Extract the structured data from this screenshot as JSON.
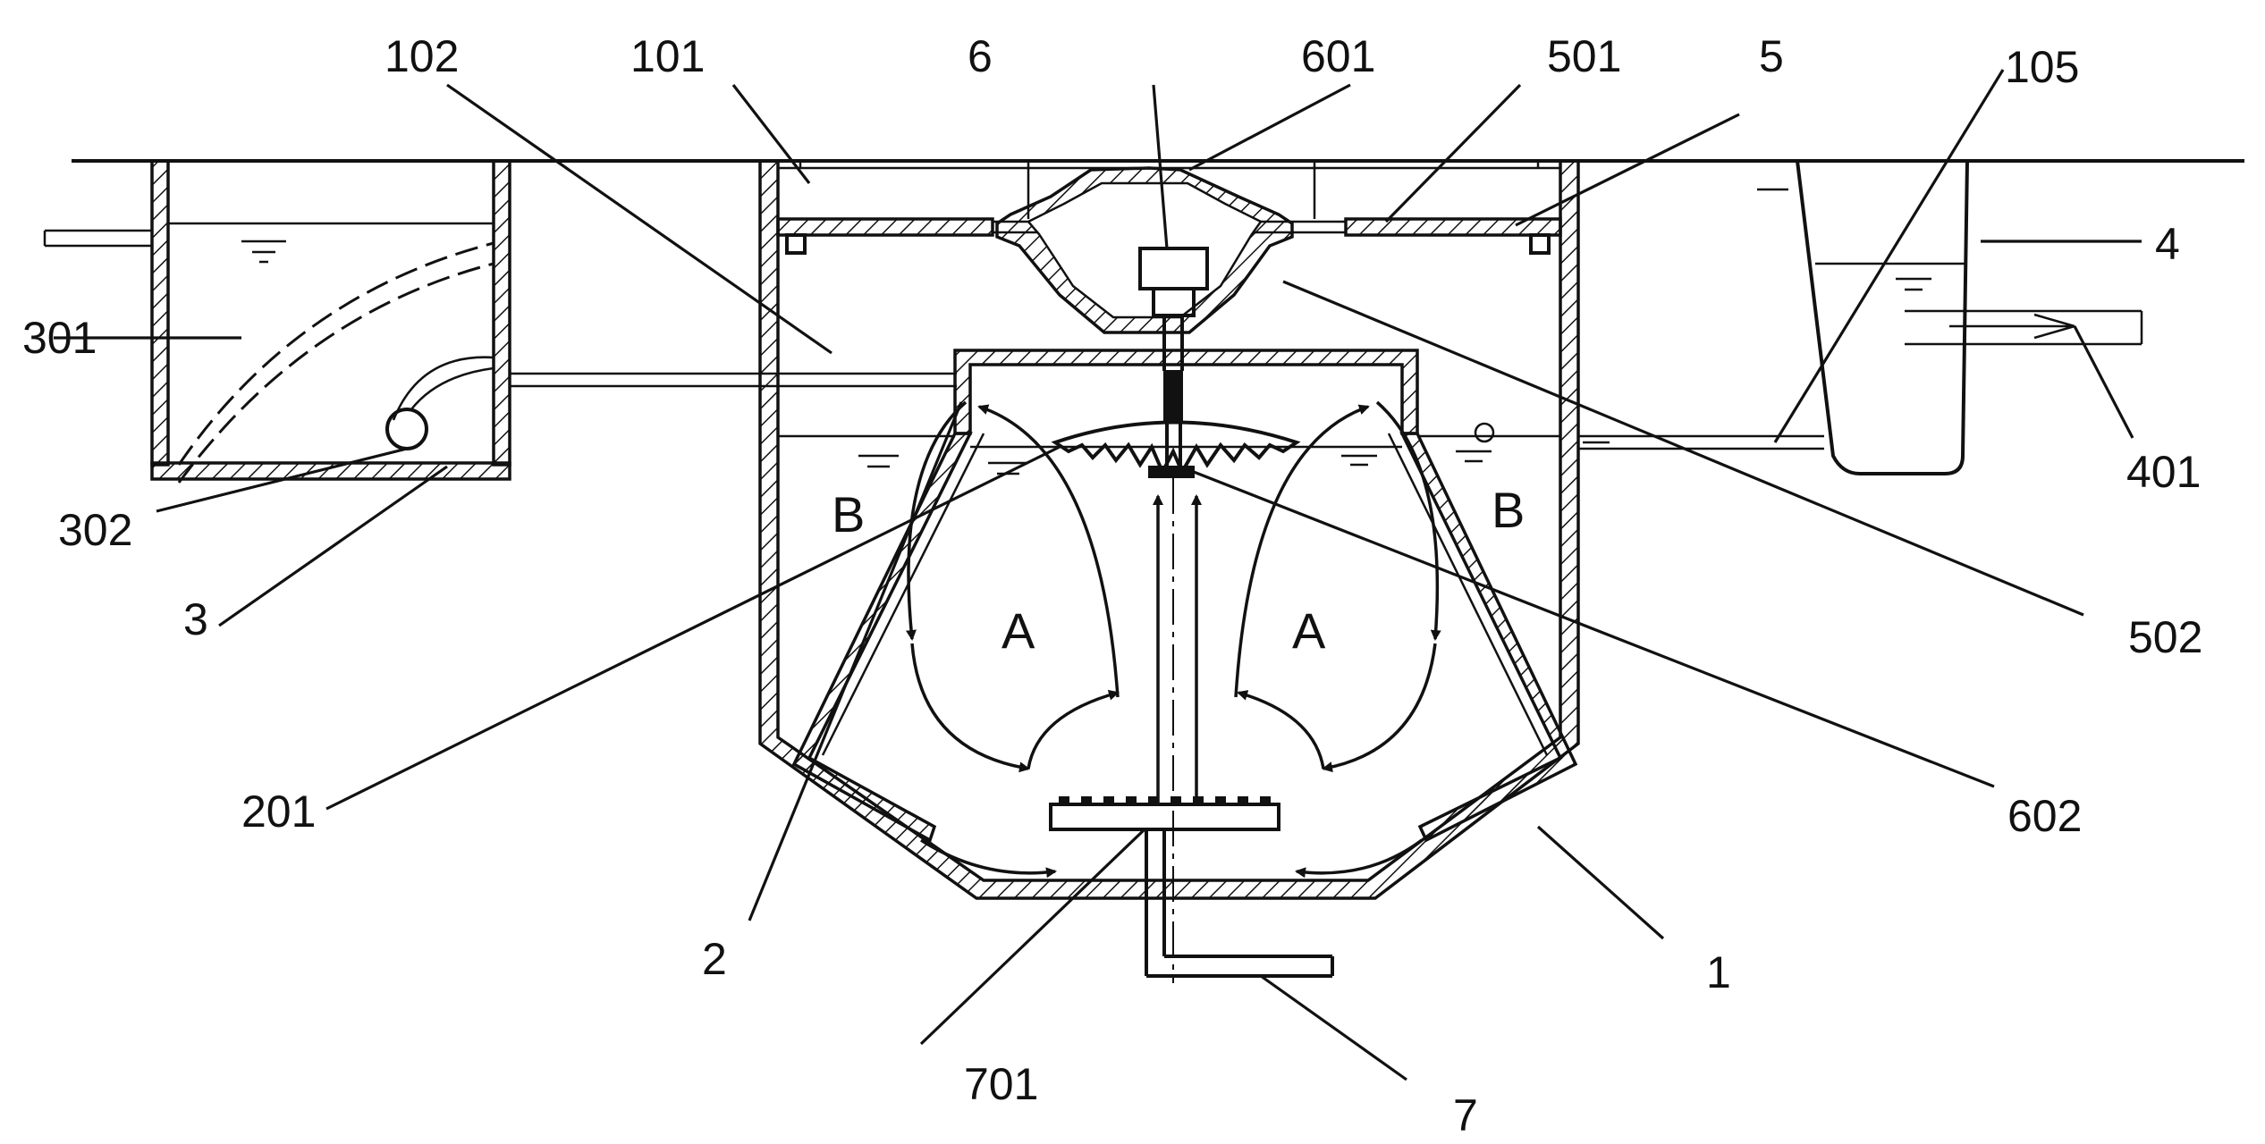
{
  "labels": {
    "l102": "102",
    "l101": "101",
    "l6": "6",
    "l601": "601",
    "l501": "501",
    "l5": "5",
    "l105": "105",
    "l4": "4",
    "l401": "401",
    "l301": "301",
    "l302": "302",
    "l3": "3",
    "l502": "502",
    "l201": "201",
    "l602": "602",
    "l2": "2",
    "l701": "701",
    "l1": "1",
    "l7": "7"
  },
  "zones": {
    "b_left": "B",
    "b_right": "B",
    "a_left": "A",
    "a_right": "A"
  }
}
